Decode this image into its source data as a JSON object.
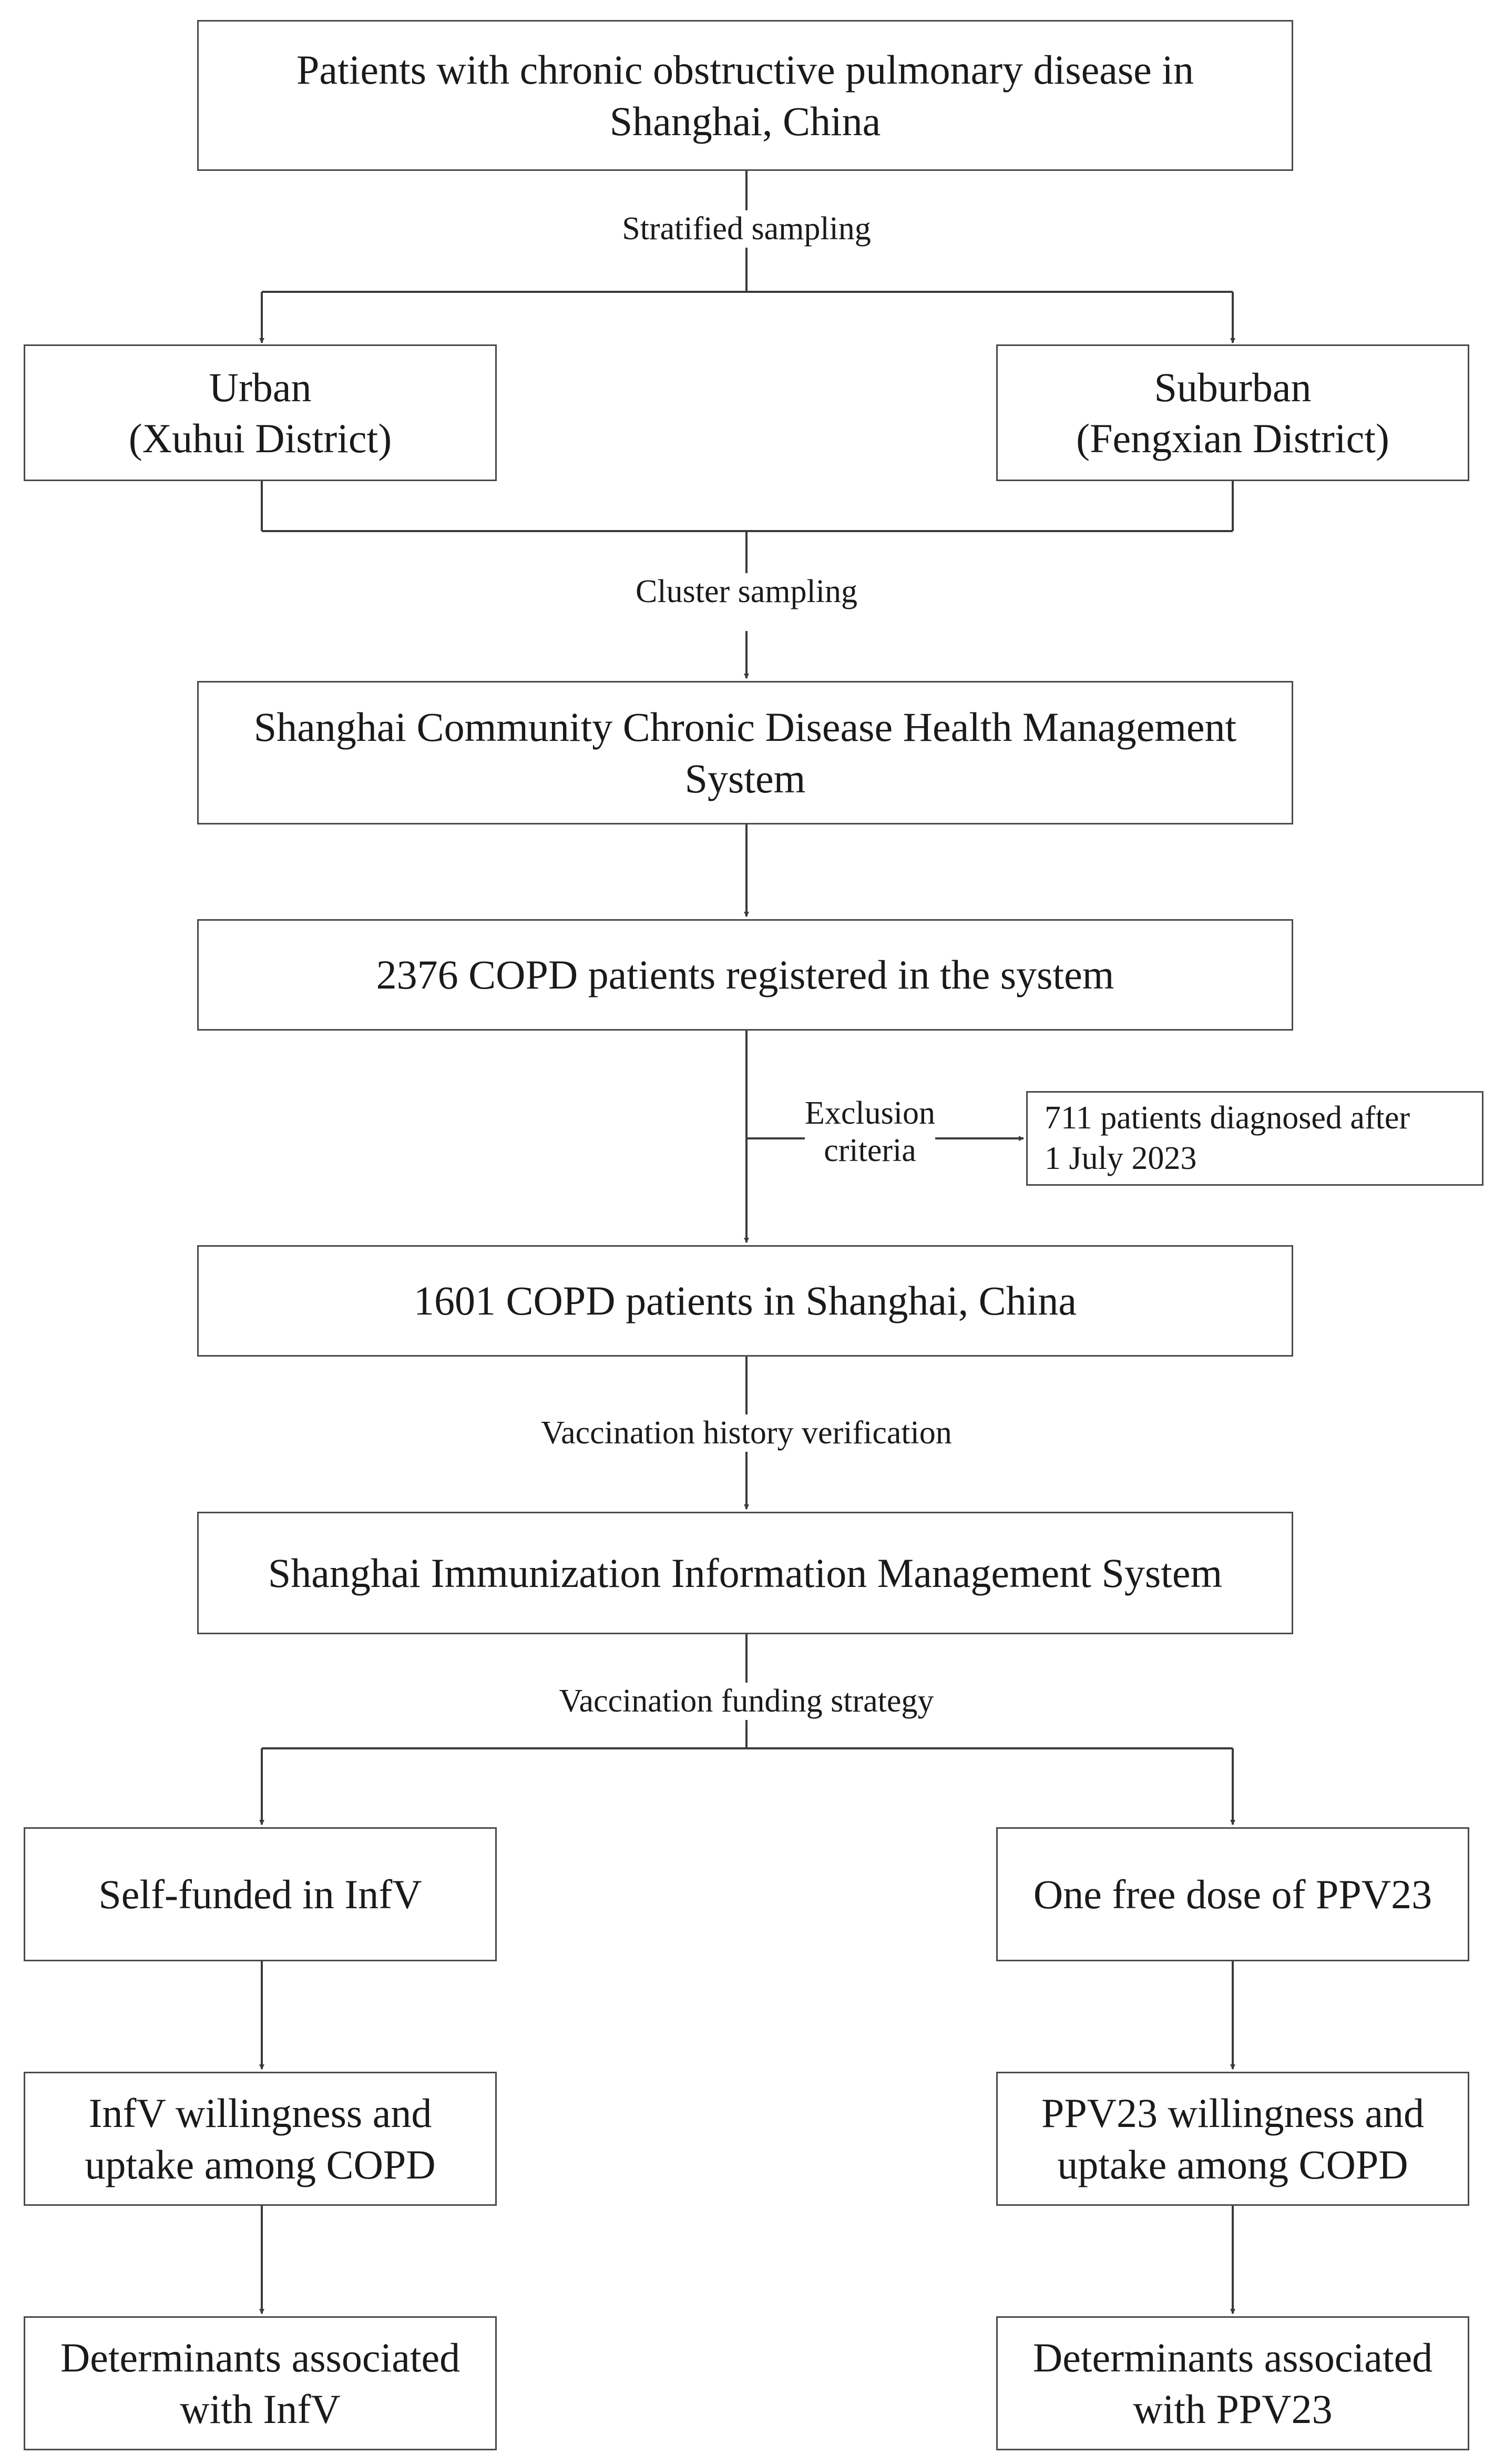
{
  "boxes": {
    "population": [
      "Patients with chronic obstructive pulmonary disease in",
      "Shanghai, China"
    ],
    "urban": [
      "Urban",
      "(Xuhui District)"
    ],
    "suburban": [
      "Suburban",
      "(Fengxian District)"
    ],
    "system": [
      "Shanghai Community Chronic Disease Health Management",
      "System"
    ],
    "registered": "2376 COPD patients registered in the system",
    "excluded": [
      "711 patients diagnosed after",
      "1 July 2023"
    ],
    "final": "1601 COPD patients in Shanghai, China",
    "immunization": "Shanghai Immunization Information Management System",
    "infv_funding": "Self-funded in InfV",
    "ppv23_funding": "One free dose of PPV23",
    "infv_willingness": [
      "InfV willingness and",
      "uptake among COPD"
    ],
    "ppv23_willingness": [
      "PPV23 willingness and",
      "uptake among COPD"
    ],
    "infv_determinants": [
      "Determinants associated",
      "with InfV"
    ],
    "ppv23_determinants": [
      "Determinants associated",
      "with PPV23"
    ]
  },
  "labels": {
    "stratified": "Stratified  sampling",
    "cluster": "Cluster sampling",
    "exclusion": [
      "Exclusion",
      "criteria"
    ],
    "verification": "Vaccination history verification",
    "funding": "Vaccination funding strategy"
  }
}
